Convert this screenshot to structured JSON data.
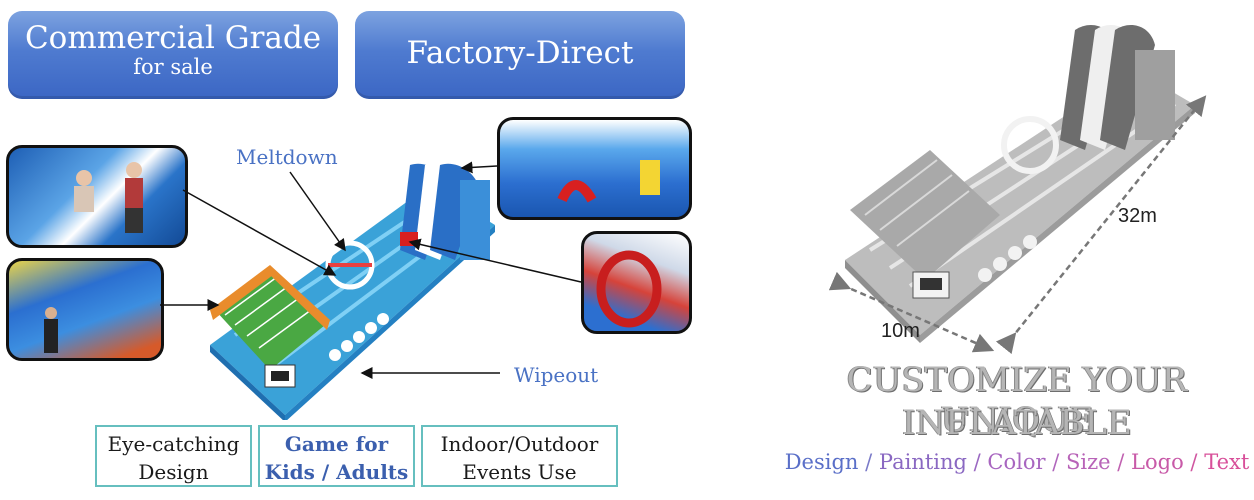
{
  "banners": {
    "commercial_title": "Commercial Grade",
    "commercial_sub": "for sale",
    "factory": "Factory-Direct"
  },
  "callouts": {
    "meltdown": "Meltdown",
    "wipeout": "Wipeout"
  },
  "features": [
    {
      "line1": "Eye-catching",
      "line2": "Design"
    },
    {
      "line1": "Game for",
      "line2": "Kids / Adults"
    },
    {
      "line1": "Indoor/Outdoor",
      "line2": "Events Use"
    }
  ],
  "dimensions": {
    "width": "10m",
    "length": "32m"
  },
  "customize": {
    "line1": "CUSTOMIZE YOUR UNIQUE",
    "line2": "INFLATABLE",
    "options": [
      {
        "text": "Design",
        "color": "#5a6fc8"
      },
      {
        "text": "Painting",
        "color": "#8a68c2"
      },
      {
        "text": "Color",
        "color": "#a866c0"
      },
      {
        "text": "Size",
        "color": "#b863b8"
      },
      {
        "text": "Logo",
        "color": "#c85aa8"
      },
      {
        "text": "Text",
        "color": "#d8509a"
      }
    ],
    "separator": "/"
  },
  "colors": {
    "banner_blue": "#4f7bd0",
    "label_blue": "#4a72c4",
    "feature_border": "#66bfbf"
  }
}
